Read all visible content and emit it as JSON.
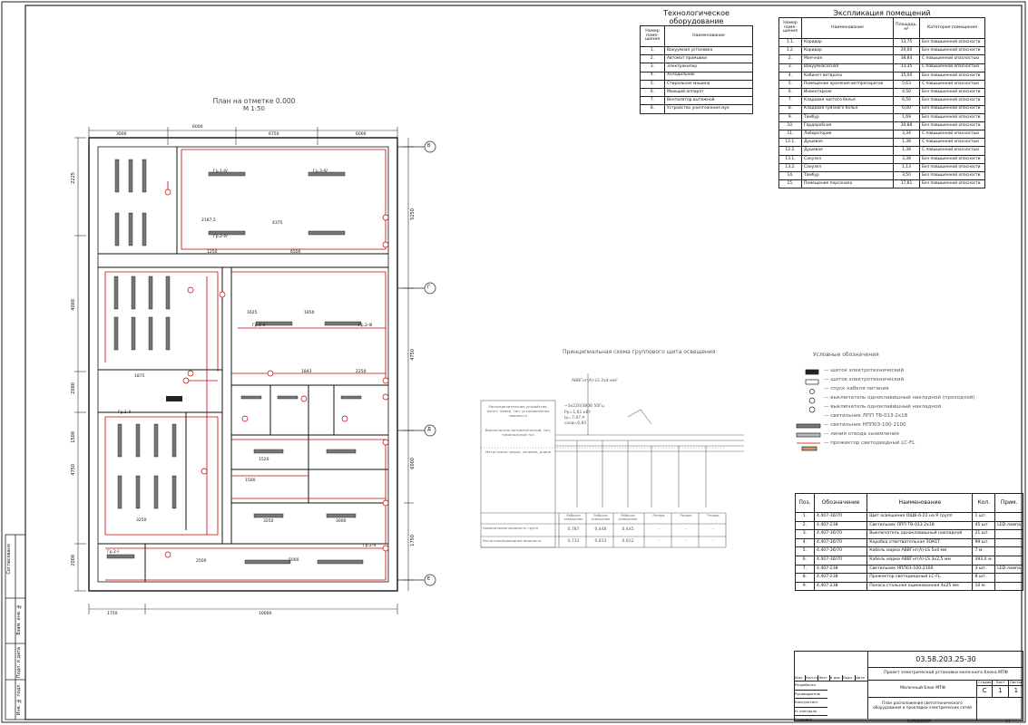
{
  "plan": {
    "title": "План на отметке 0.000",
    "scale": "М 1:50",
    "dims_top": [
      "3000",
      "6000",
      "6750",
      "6000"
    ],
    "dims_left": [
      "2225",
      "4000",
      "2000",
      "1500",
      "4750",
      "2000"
    ],
    "dims_right": [
      "5250",
      "4750",
      "6000",
      "1750"
    ],
    "dims_bottom": [
      "1750",
      "10000"
    ],
    "axes_right": [
      "В",
      "Г",
      "Д",
      "Е"
    ],
    "internal_dims": [
      "2187,5",
      "4375",
      "1250",
      "6500",
      "1875",
      "2250",
      "3250",
      "3000",
      "3250",
      "5000",
      "2500",
      "1520",
      "1500",
      "1625",
      "1843",
      "1850"
    ],
    "labels": [
      "Гр.1-IV",
      "Гр.3-IV",
      "Гр.2-IV",
      "Гр.1-II",
      "Гр.3-II",
      "Гр.2-I",
      "Гр.2-II",
      "Гр.2-III"
    ]
  },
  "tech_equipment": {
    "title": "Технологическое оборудование",
    "headers": [
      "Номер поме-щения",
      "Наименование"
    ],
    "rows": [
      [
        "1.",
        "Вакуумная установка"
      ],
      [
        "2.",
        "Автомат промывки"
      ],
      [
        "3.",
        "Электрокипер"
      ],
      [
        "4.",
        "Холодильник"
      ],
      [
        "5.",
        "Стиральная машина"
      ],
      [
        "6.",
        "Моющий аппарат"
      ],
      [
        "7.",
        "Вентилятор вытяжной"
      ],
      [
        "8.",
        "Устройство уничтожения мух"
      ]
    ]
  },
  "rooms": {
    "title": "Экспликация помещений",
    "headers": [
      "Номер поме-щения",
      "Наименование",
      "Площадь, м²",
      "Категория помещения"
    ],
    "rows": [
      [
        "1.1.",
        "Коридор",
        "13,75",
        "Без повышенной опасности"
      ],
      [
        "1.2.",
        "Коридор",
        "20,00",
        "Без повышенной опасности"
      ],
      [
        "2.",
        "Моечная",
        "38,84",
        "С повышенной опасностью"
      ],
      [
        "3.",
        "Вакуумнасосная",
        "13,35",
        "С повышенной опасностью"
      ],
      [
        "4.",
        "Кабинет ветврача",
        "15,00",
        "Без повышенной опасности"
      ],
      [
        "5.",
        "Помещение хранения ветпрепаратов",
        "5,63",
        "С повышенной опасностью"
      ],
      [
        "6.",
        "Инвентарная",
        "4,50",
        "Без повышенной опасности"
      ],
      [
        "7.",
        "Кладовая чистого белья",
        "6,50",
        "Без повышенной опасности"
      ],
      [
        "8.",
        "Кладовая грязного белья",
        "6,00",
        "Без повышенной опасности"
      ],
      [
        "9.",
        "Тамбур",
        "1,69",
        "Без повышенной опасности"
      ],
      [
        "10.",
        "Гардеробная",
        "30,88",
        "Без повышенной опасности"
      ],
      [
        "11.",
        "Лаборатория",
        "3,34",
        "С повышенной опасностью"
      ],
      [
        "12.1.",
        "Душевая",
        "1,38",
        "С повышенной опасностью"
      ],
      [
        "12.2.",
        "Душевая",
        "1,38",
        "С повышенной опасностью"
      ],
      [
        "13.1.",
        "Санузел",
        "3,38",
        "Без повышенной опасности"
      ],
      [
        "13.2.",
        "Санузел",
        "1,13",
        "Без повышенной опасности"
      ],
      [
        "14.",
        "Тамбур",
        "3,50",
        "Без повышенной опасности"
      ],
      [
        "15.",
        "Помещение персонала",
        "17,81",
        "Без повышенной опасности"
      ]
    ]
  },
  "schematic": {
    "title": "Принципиальная схема группового щита освещения",
    "cable_in": "АВВГнг(А)-LS 2х4 мм²",
    "voltage": "~3х220/380В 50Гц",
    "params": [
      "Рр=1,61 кВт",
      "Iр=7,47 А",
      "cosφ=0,81"
    ],
    "row_labels": [
      "Распределительное устройство: пункт, номер, тип, установленная мощность",
      "Выключатель автоматический, тип, номинальный ток",
      "Магистраль: марка, сечение, длина",
      "Номинальная мощность групп",
      "Расчетная/проводная мощность"
    ],
    "bottom_headers": [
      "Рабочее освещение",
      "Рабочее освещение",
      "Рабочее освещение",
      "Резерв",
      "Резерв",
      "Резерв"
    ],
    "bottom_row1": [
      "0,787",
      "0,448",
      "0,445",
      "-",
      "-",
      "-"
    ],
    "bottom_row2": [
      "0,731",
      "0,813",
      "0,812",
      "-",
      "-",
      "-"
    ]
  },
  "legend": {
    "title": "Условные обозначения",
    "items": [
      "— щиток электротехнический",
      "— щиток электротехнический",
      "— спуск кабеля питания",
      "— выключатель одноклавишный накладной (проходной)",
      "— выключатель одноклавишный накладной",
      "— светильник ЛПП ТВ-013-2х18",
      "— светильник НПП03-100-2100",
      "— линия отвода заземления",
      "— прожектор светодиодный LC-FL"
    ]
  },
  "spec": {
    "headers": [
      "Поз.",
      "Обозначение",
      "Наименование",
      "Кол.",
      "Прим."
    ],
    "rows": [
      [
        "1.",
        "4.407-36/70",
        "Щит освещения ОЩВ-6-22 на 9 групп",
        "1 шт.",
        ""
      ],
      [
        "2.",
        "4.407-238",
        "Светильник ЛПП ТВ-013 2х18",
        "45 шт.",
        "LED-лампа"
      ],
      [
        "3.",
        "4.407-36/70",
        "Выключатель одноклавишный накладной",
        "21 шт.",
        ""
      ],
      [
        "4.",
        "4.407-36/70",
        "Коробка ответвительная ЗОКЕТ",
        "99 шт.",
        ""
      ],
      [
        "5.",
        "4.407-36/70",
        "Кабель марки АВВГнг(А)-LS 5х4 мм",
        "7 м.",
        ""
      ],
      [
        "6.",
        "4.407-36/70",
        "Кабель марки АВВГнг(А)-LS 3х2,5 мм",
        "393,0 м.",
        ""
      ],
      [
        "7.",
        "4.407-238",
        "Светильник НПП03-100-2100",
        "3 шт.",
        "LED-лампа"
      ],
      [
        "8.",
        "4.407-238",
        "Прожектор светодиодный LC-FL",
        "8 шт.",
        ""
      ],
      [
        "9.",
        "4.407-238",
        "Полоса стальная оцинкованная 4х25 мм",
        "10 м.",
        ""
      ]
    ]
  },
  "title_block": {
    "code": "03.58.203.25-30",
    "project": "Проект электрической установки молочного блока МТФ",
    "object": "Молочный блок МТФ",
    "sheet_title": "План расположения светотехнического оборудования и прокладки электрических сетей",
    "stage_label": "Стадия",
    "sheet_label": "Лист",
    "sheets_label": "Листов",
    "stage": "С",
    "sheet": "1",
    "sheets": "1",
    "cols": [
      "Изм.",
      "Кол.уч.",
      "Лист",
      "N док.",
      "Подп.",
      "Дата"
    ],
    "roles": [
      "Разработал",
      "Руководитель",
      "Консультант",
      "Н. контроль",
      "Утвердил"
    ],
    "footer_left": "Копировал",
    "footer_right": "А1"
  },
  "side_stamp": {
    "a": "Согласовано",
    "b": "Взам. инв. №",
    "c": "Подп. и дата",
    "d": "Инв. № подл."
  }
}
